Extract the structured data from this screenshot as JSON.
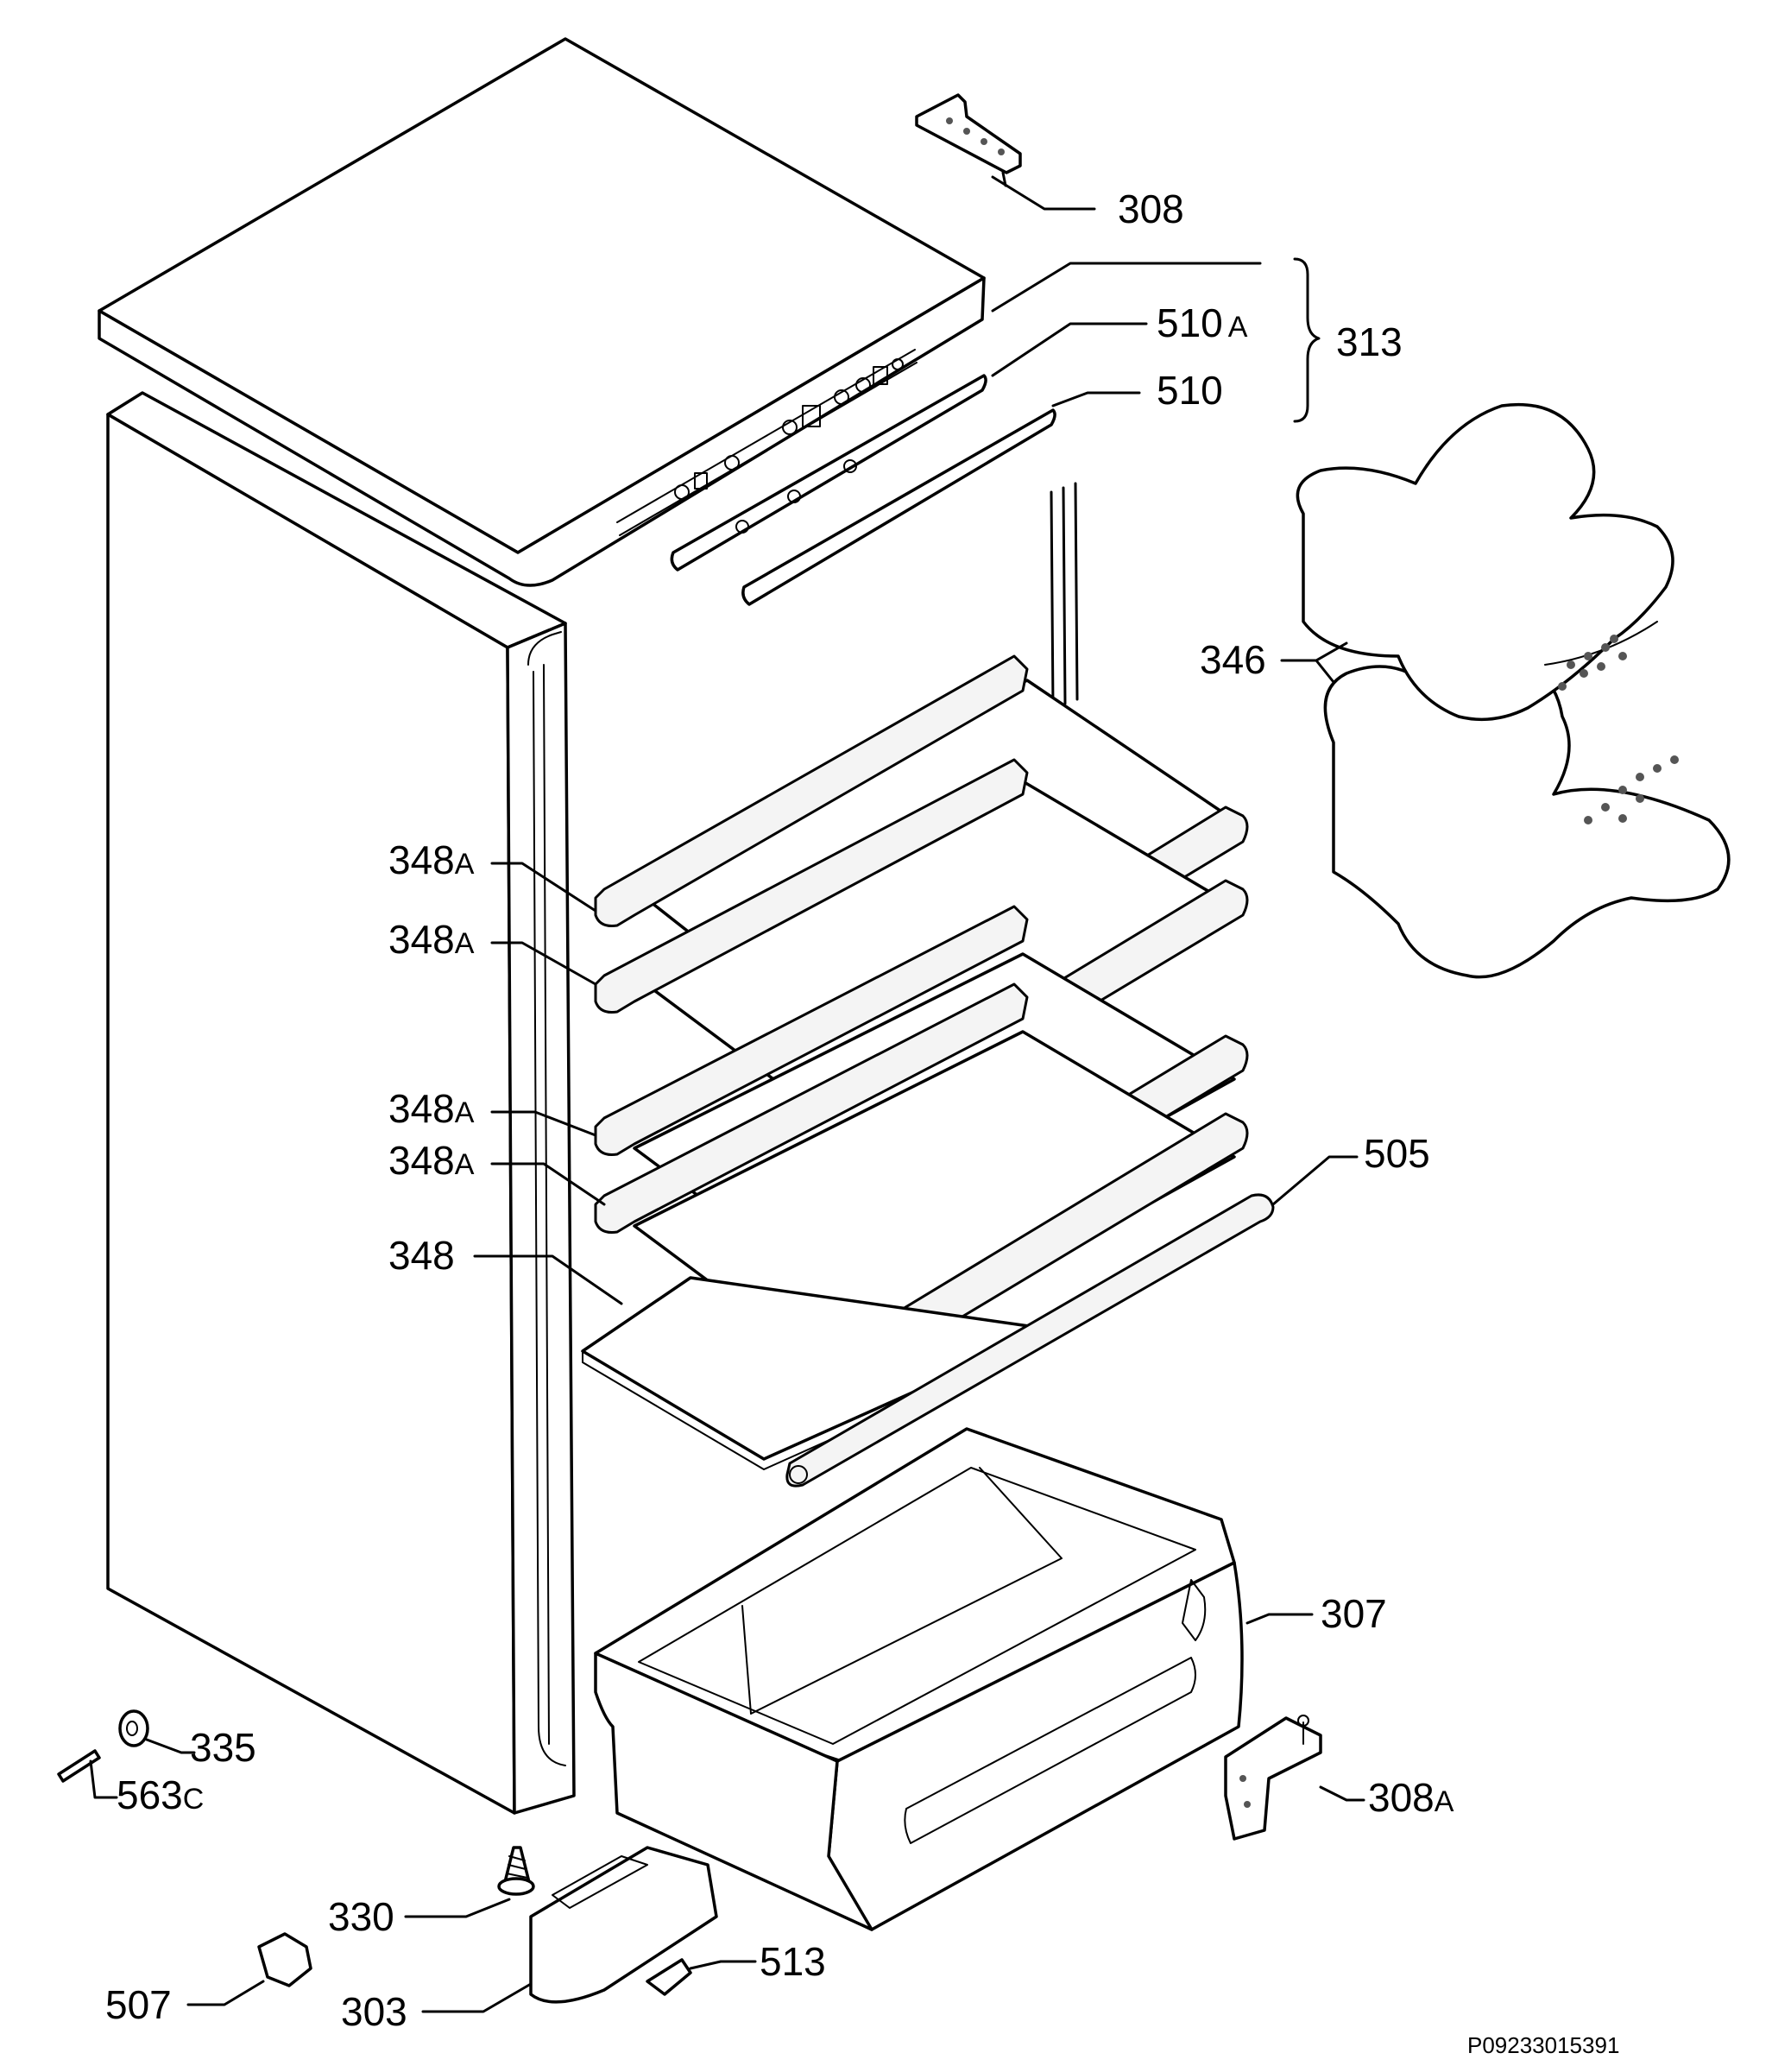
{
  "labels": {
    "l308": "308",
    "l510a": "510",
    "l510a_suffix": "A",
    "l313": "313",
    "l510": "510",
    "l346": "346",
    "l348a_1": "348",
    "l348a_2": "348",
    "l348a_3": "348",
    "l348a_4": "348",
    "suffix_a": "A",
    "l505": "505",
    "l348": "348",
    "l307": "307",
    "l335": "335",
    "l563": "563",
    "l563_suffix": "C",
    "l308a": "308",
    "l330": "330",
    "l513": "513",
    "l507": "507",
    "l303": "303"
  },
  "document_number": "P09233015391"
}
